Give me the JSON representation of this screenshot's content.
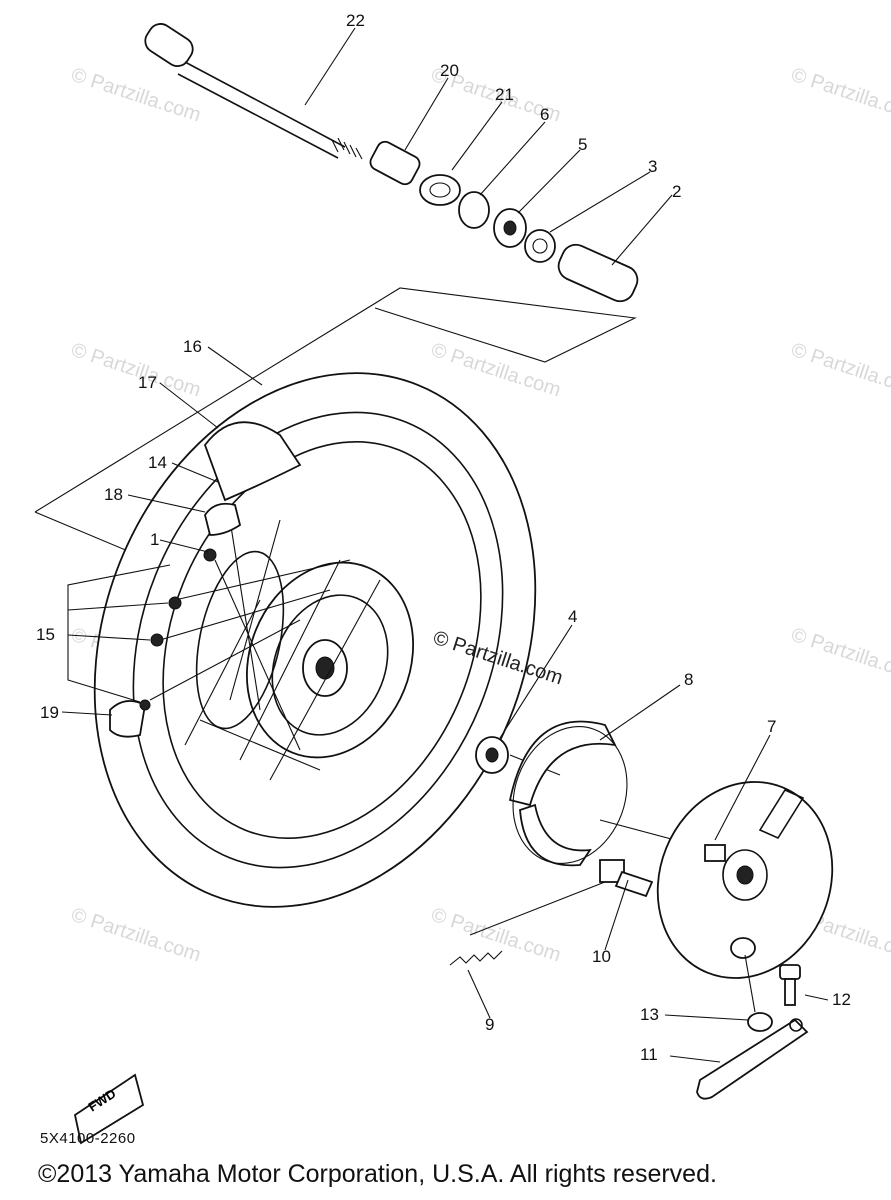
{
  "watermark": "© Partzilla.com",
  "diagram_code": "5X4100-2260",
  "fwd_label": "FWD",
  "copyright": "©2013 Yamaha Motor Corporation, U.S.A. All rights reserved.",
  "callouts": [
    {
      "id": "1",
      "label": "1"
    },
    {
      "id": "2",
      "label": "2"
    },
    {
      "id": "3",
      "label": "3"
    },
    {
      "id": "4",
      "label": "4"
    },
    {
      "id": "5",
      "label": "5"
    },
    {
      "id": "6",
      "label": "6"
    },
    {
      "id": "7",
      "label": "7"
    },
    {
      "id": "8",
      "label": "8"
    },
    {
      "id": "9",
      "label": "9"
    },
    {
      "id": "10",
      "label": "10"
    },
    {
      "id": "11",
      "label": "11"
    },
    {
      "id": "12",
      "label": "12"
    },
    {
      "id": "13",
      "label": "13"
    },
    {
      "id": "14",
      "label": "14"
    },
    {
      "id": "15",
      "label": "15"
    },
    {
      "id": "16",
      "label": "16"
    },
    {
      "id": "17",
      "label": "17"
    },
    {
      "id": "18",
      "label": "18"
    },
    {
      "id": "19",
      "label": "19"
    },
    {
      "id": "20",
      "label": "20"
    },
    {
      "id": "21",
      "label": "21"
    },
    {
      "id": "22",
      "label": "22"
    }
  ]
}
